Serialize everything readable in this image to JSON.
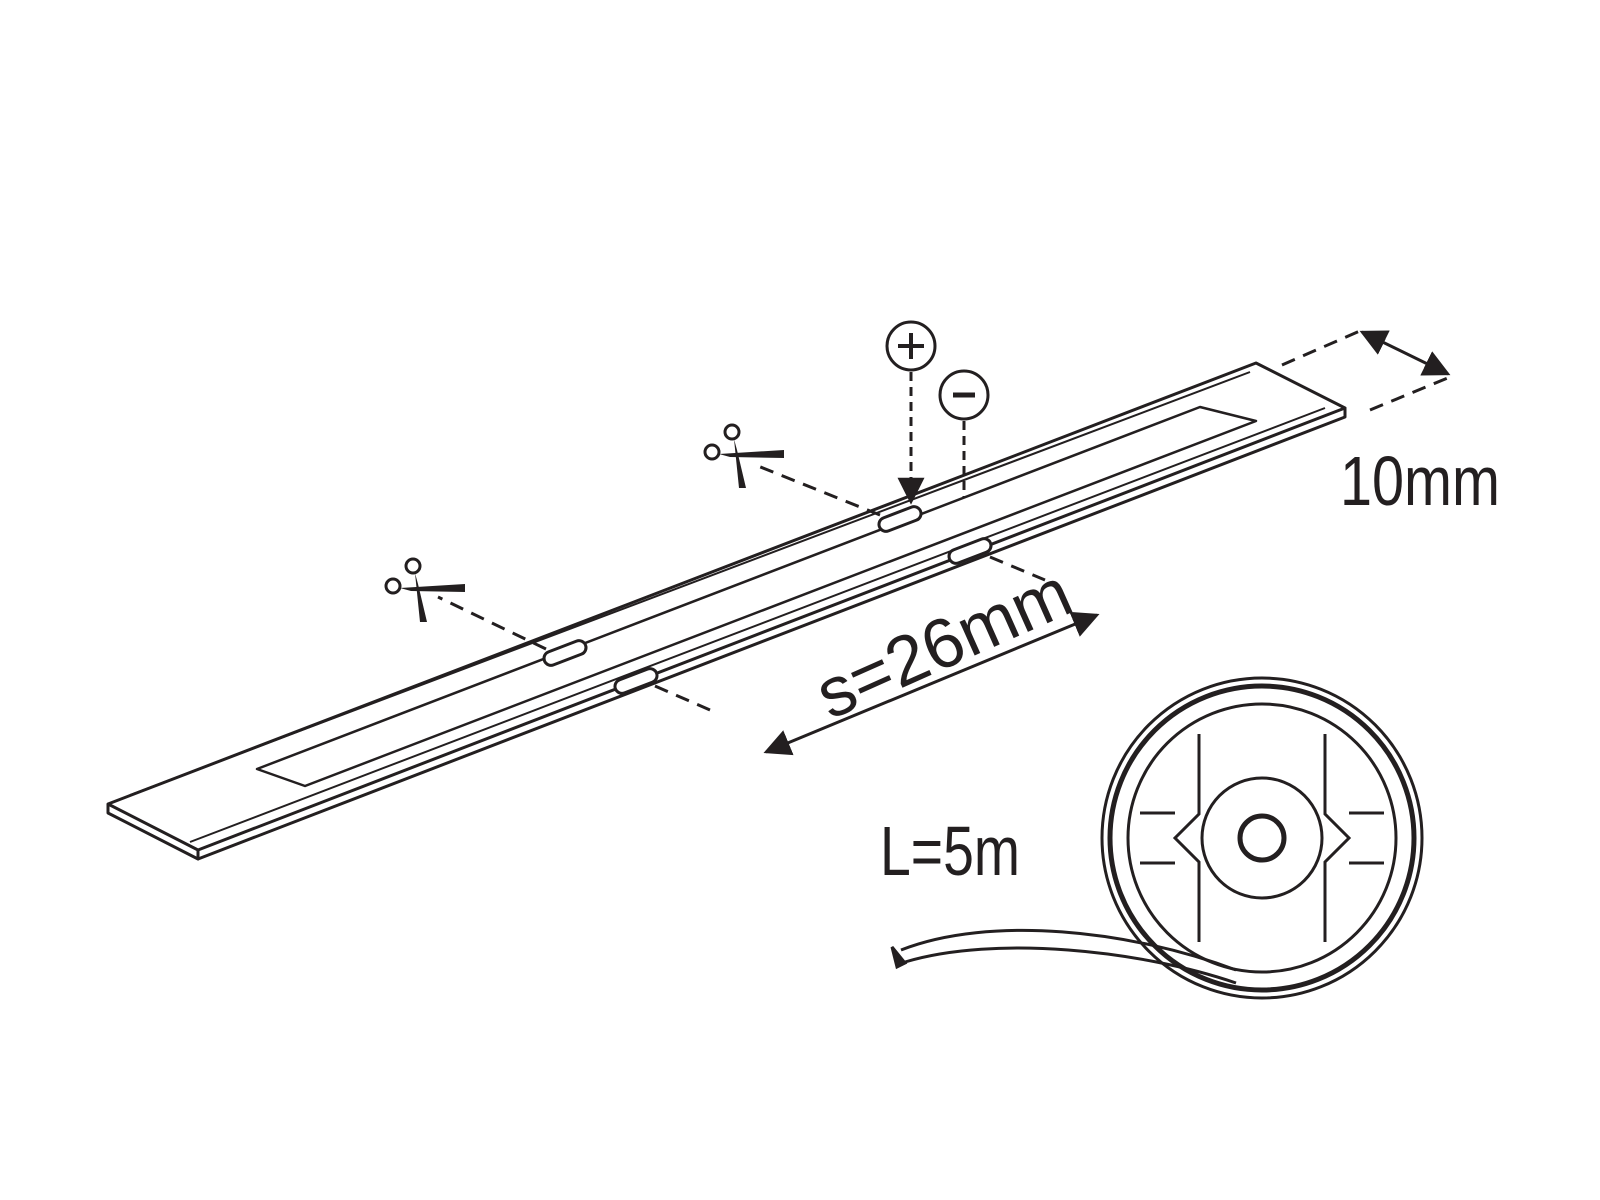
{
  "labels": {
    "width": "10mm",
    "segment": "s=26mm",
    "length": "L=5m",
    "plus": "+",
    "minus": "−"
  },
  "colors": {
    "ink": "#231f20",
    "background": "#ffffff"
  },
  "icons": [
    "scissors-icon",
    "plus-terminal-icon",
    "minus-terminal-icon",
    "reel-icon"
  ]
}
